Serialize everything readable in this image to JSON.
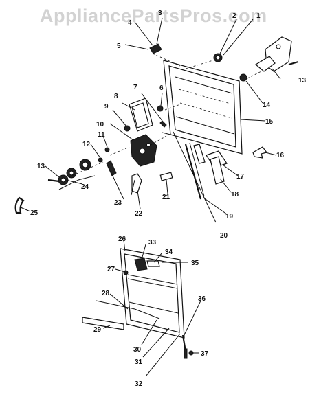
{
  "watermark": "AppliancePartsPros.com",
  "callouts": [
    "1",
    "2",
    "3",
    "4",
    "5",
    "6",
    "7",
    "8",
    "9",
    "10",
    "11",
    "12",
    "13",
    "13",
    "14",
    "15",
    "16",
    "17",
    "18",
    "19",
    "20",
    "21",
    "22",
    "23",
    "24",
    "25",
    "26",
    "27",
    "28",
    "29",
    "30",
    "31",
    "32",
    "33",
    "34",
    "35",
    "36",
    "37"
  ]
}
